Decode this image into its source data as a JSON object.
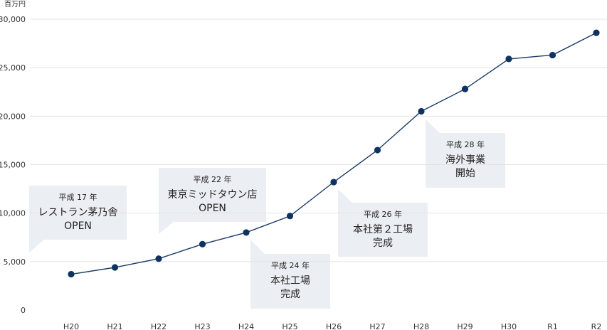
{
  "chart_data": {
    "type": "line",
    "unit_label": "百万円",
    "categories": [
      "H20",
      "H21",
      "H22",
      "H23",
      "H24",
      "H25",
      "H26",
      "H27",
      "H28",
      "H29",
      "H30",
      "R1",
      "R2"
    ],
    "series": [
      {
        "values": [
          3700,
          4400,
          5300,
          6800,
          8000,
          9700,
          13200,
          16500,
          20500,
          22800,
          25900,
          26300,
          28600
        ]
      }
    ],
    "ylim": [
      0,
      30000
    ],
    "yticks": [
      0,
      5000,
      10000,
      15000,
      20000,
      25000,
      30000
    ],
    "ytick_labels": [
      "0",
      "5,000",
      "10,000",
      "15,000",
      "20,000",
      "25,000",
      "30,000"
    ],
    "grid": true,
    "annotations": [
      {
        "era": "平成 17 年",
        "text": "レストラン茅乃舎\nOPEN"
      },
      {
        "era": "平成 22 年",
        "text": "東京ミッドタウン店\nOPEN"
      },
      {
        "era": "平成 24 年",
        "text": "本社工場\n完成"
      },
      {
        "era": "平成 26 年",
        "text": "本社第２工場\n完成"
      },
      {
        "era": "平成 28 年",
        "text": "海外事業\n開始"
      }
    ],
    "colors": {
      "line": "#1a3a66",
      "point": "#0f3360",
      "grid": "#e3e3e3",
      "callout": "#ebeef2"
    }
  }
}
